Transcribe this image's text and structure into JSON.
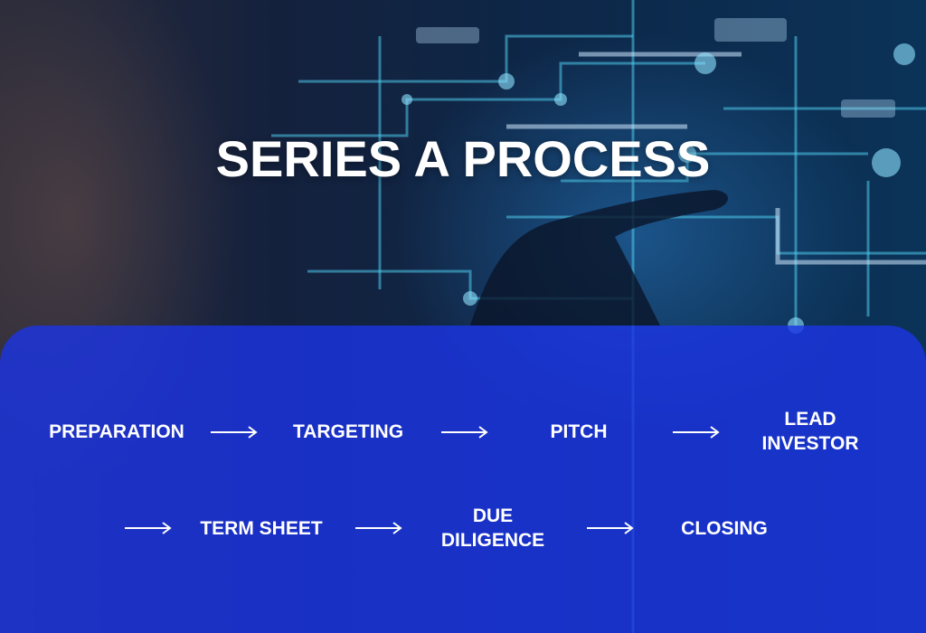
{
  "title": "SERIES A PROCESS",
  "flow": {
    "steps": [
      {
        "label": "PREPARATION"
      },
      {
        "label": "TARGETING"
      },
      {
        "label": "PITCH"
      },
      {
        "label": "LEAD\nINVESTOR"
      },
      {
        "label": "TERM SHEET"
      },
      {
        "label": "DUE\nDILIGENCE"
      },
      {
        "label": "CLOSING"
      }
    ],
    "arrow_color": "#ffffff",
    "panel_color": "#1c34e6"
  }
}
